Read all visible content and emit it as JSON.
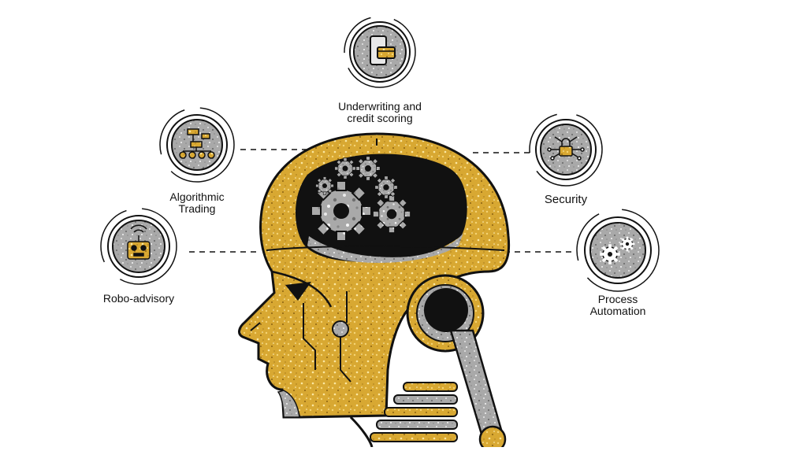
{
  "colors": {
    "gold": "#d8a832",
    "gold_dark": "#a97a12",
    "silver": "#a9a9a9",
    "silver_dark": "#6f6f6f",
    "ink": "#111111"
  },
  "nodes": [
    {
      "id": "underwriting",
      "icon": "mobile-card-icon",
      "lines": [
        "Underwriting and",
        "credit scoring"
      ]
    },
    {
      "id": "algorithmic",
      "icon": "flowchart-icon",
      "lines": [
        "Algorithmic",
        "Trading"
      ]
    },
    {
      "id": "robo",
      "icon": "robot-icon",
      "lines": [
        "Robo-advisory"
      ]
    },
    {
      "id": "security",
      "icon": "padlock-circuit-icon",
      "lines": [
        "Security"
      ]
    },
    {
      "id": "process",
      "icon": "gears-icon",
      "lines": [
        "Process",
        "Automation"
      ]
    }
  ]
}
